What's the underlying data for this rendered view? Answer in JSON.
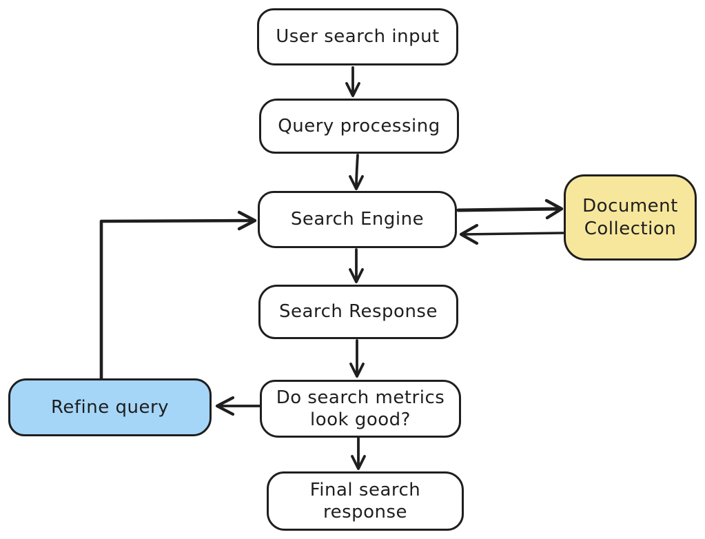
{
  "diagram": {
    "type": "flowchart",
    "style": "hand-drawn",
    "colors": {
      "stroke": "#1e1e1e",
      "background": "#ffffff",
      "node_default_fill": "#ffffff",
      "document_collection_fill": "#f7e79c",
      "refine_query_fill": "#a5d6f7"
    },
    "nodes": [
      {
        "id": "user-search-input",
        "label": "User search input",
        "fill": "#ffffff"
      },
      {
        "id": "query-processing",
        "label": "Query processing",
        "fill": "#ffffff"
      },
      {
        "id": "search-engine",
        "label": "Search Engine",
        "fill": "#ffffff"
      },
      {
        "id": "document-collection",
        "label": "Document Collection",
        "fill": "#f7e79c"
      },
      {
        "id": "search-response",
        "label": "Search Response",
        "fill": "#ffffff"
      },
      {
        "id": "metrics-decision",
        "label": "Do search metrics look good?",
        "fill": "#ffffff"
      },
      {
        "id": "refine-query",
        "label": "Refine query",
        "fill": "#a5d6f7"
      },
      {
        "id": "final-search-response",
        "label": "Final search response",
        "fill": "#ffffff"
      }
    ],
    "edges": [
      {
        "from": "user-search-input",
        "to": "query-processing",
        "direction": "down"
      },
      {
        "from": "query-processing",
        "to": "search-engine",
        "direction": "down"
      },
      {
        "from": "search-engine",
        "to": "document-collection",
        "direction": "right"
      },
      {
        "from": "document-collection",
        "to": "search-engine",
        "direction": "left"
      },
      {
        "from": "search-engine",
        "to": "search-response",
        "direction": "down"
      },
      {
        "from": "search-response",
        "to": "metrics-decision",
        "direction": "down"
      },
      {
        "from": "metrics-decision",
        "to": "refine-query",
        "direction": "left"
      },
      {
        "from": "refine-query",
        "to": "search-engine",
        "direction": "up-right"
      },
      {
        "from": "metrics-decision",
        "to": "final-search-response",
        "direction": "down"
      }
    ]
  }
}
